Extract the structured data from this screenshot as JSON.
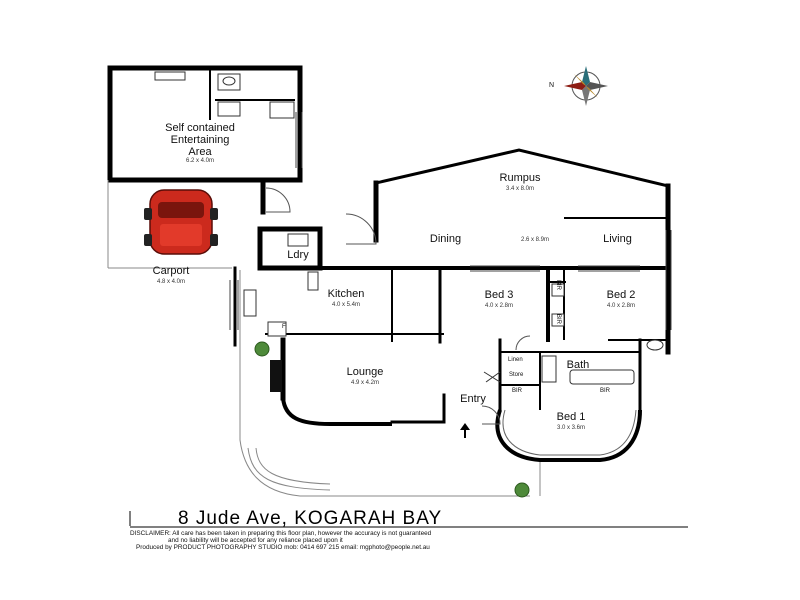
{
  "rooms": {
    "entertaining": {
      "name": "Self contained\nEntertaining\nArea",
      "dim": "6.2 x 4.0m"
    },
    "carport": {
      "name": "Carport",
      "dim": "4.8 x 4.0m"
    },
    "rumpus": {
      "name": "Rumpus",
      "dim": "3.4 x 8.0m"
    },
    "dining": {
      "name": "Dining"
    },
    "dining_living_dim": "2.6 x 8.9m",
    "living": {
      "name": "Living"
    },
    "ldry": {
      "name": "Ldry"
    },
    "kitchen": {
      "name": "Kitchen",
      "dim": "4.0 x 5.4m"
    },
    "bed3": {
      "name": "Bed 3",
      "dim": "4.0 x 2.8m"
    },
    "bed2": {
      "name": "Bed 2",
      "dim": "4.0 x 2.8m"
    },
    "lounge": {
      "name": "Lounge",
      "dim": "4.9 x 4.2m"
    },
    "linen": {
      "name": "Linen"
    },
    "store": {
      "name": "Store"
    },
    "bath": {
      "name": "Bath"
    },
    "entry": {
      "name": "Entry"
    },
    "bir1": {
      "name": "BIR"
    },
    "bir2": {
      "name": "BIR"
    },
    "bed1": {
      "name": "Bed 1",
      "dim": "3.0 x 3.6m"
    },
    "wir_a": {
      "name": "BIR"
    },
    "wir_b": {
      "name": "BIR"
    },
    "fridge": {
      "name": "F"
    }
  },
  "compass": {
    "north": "N"
  },
  "title": "8 Jude Ave, KOGARAH BAY",
  "footer": {
    "line1": "DISCLAIMER: All care has been taken in preparing this floor plan, however the accuracy is not guaranteed",
    "line2": "and no liability will be accepted for any reliance placed upon it",
    "line3": "Produced by PRODUCT PHOTOGRAPHY STUDIO mob: 0414 697 215  email: mgphoto@people.net.au"
  }
}
